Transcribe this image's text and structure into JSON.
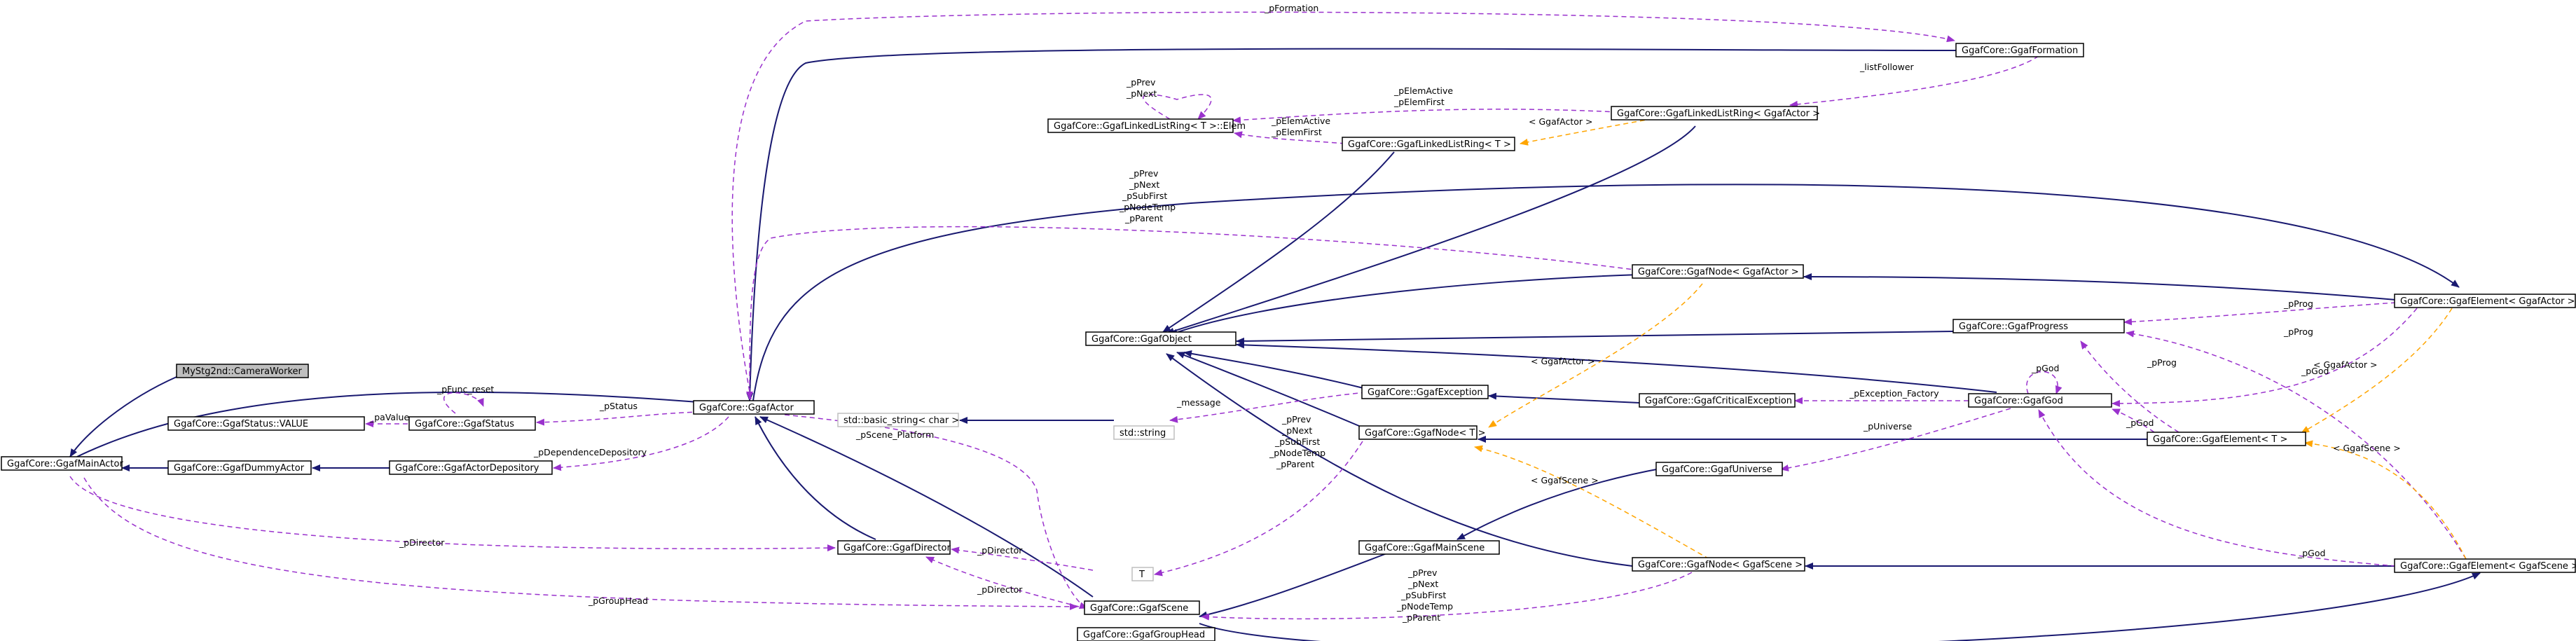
{
  "nodes": {
    "camera_worker": "MyStg2nd::CameraWorker",
    "main_actor": "GgafCore::GgafMainActor",
    "status_value": "GgafCore::GgafStatus::VALUE",
    "status": "GgafCore::GgafStatus",
    "actor": "GgafCore::GgafActor",
    "dummy_actor": "GgafCore::GgafDummyActor",
    "actor_depository": "GgafCore::GgafActorDepository",
    "director": "GgafCore::GgafDirector",
    "scene": "GgafCore::GgafScene",
    "group_head": "GgafCore::GgafGroupHead",
    "main_scene": "GgafCore::GgafMainScene",
    "basic_string": "std::basic_string< char >",
    "std_string": "std::string",
    "t": "T",
    "object": "GgafCore::GgafObject",
    "exception": "GgafCore::GgafException",
    "node_t": "GgafCore::GgafNode< T >",
    "node_actor": "GgafCore::GgafNode< GgafActor >",
    "node_scene": "GgafCore::GgafNode< GgafScene >",
    "universe": "GgafCore::GgafUniverse",
    "critical_exception": "GgafCore::GgafCriticalException",
    "god": "GgafCore::GgafGod",
    "progress": "GgafCore::GgafProgress",
    "element_t": "GgafCore::GgafElement< T >",
    "element_actor": "GgafCore::GgafElement< GgafActor >",
    "element_scene": "GgafCore::GgafElement< GgafScene >",
    "linked_ring_elem": "GgafCore::GgafLinkedListRing< T >::Elem",
    "linked_ring_t": "GgafCore::GgafLinkedListRing< T >",
    "linked_ring_actor": "GgafCore::GgafLinkedListRing< GgafActor >",
    "formation": "GgafCore::GgafFormation"
  },
  "labels": {
    "pformation": "_pFormation",
    "plistfollower": "_listFollower",
    "elem_self_1": "_pPrev",
    "elem_self_2": "_pNext",
    "elem_active_a1": "_pElemActive",
    "elem_active_a2": "_pElemFirst",
    "elem_active_b1": "_pElemActive",
    "elem_active_b2": "_pElemFirst",
    "tpl_ggafactor_ring": "< GgafActor >",
    "node_actor_1": "_pPrev",
    "node_actor_2": "_pNext",
    "node_actor_3": "_pSubFirst",
    "node_actor_4": "_pNodeTemp",
    "node_actor_5": "_pParent",
    "pfunc_reset": "_pFunc_reset",
    "pstatus": "_pStatus",
    "pavalue": "_paValue",
    "pdependencedepository": "_pDependenceDepository",
    "pscene_platform": "_pScene_Platform",
    "message": "_message",
    "node_t_1": "_pPrev",
    "node_t_2": "_pNext",
    "node_t_3": "_pSubFirst",
    "node_t_4": "_pNodeTemp",
    "node_t_5": "_pParent",
    "tpl_ggafactor_node": "< GgafActor >",
    "tpl_ggafscene_node": "< GgafScene >",
    "pexception_factory": "_pException_Factory",
    "puniverse": "_pUniverse",
    "pgod_self": "_pGod",
    "pprog_god": "_pProg",
    "pprog_actor": "_pProg",
    "pprog_scene": "_pProg",
    "pgod_actor": "_pGod",
    "pgod_t": "_pGod",
    "pgod_scene": "_pGod",
    "tpl_ggafactor_elem": "< GgafActor >",
    "tpl_ggafscene_elem": "< GgafScene >",
    "pdirector_actor": "_pDirector",
    "pdirector_scene_1": "_pDirector",
    "pdirector_scene_2": "_pDirector",
    "pgrouphead": "_pGroupHead",
    "node_scene_1": "_pPrev",
    "node_scene_2": "_pNext",
    "node_scene_3": "_pSubFirst",
    "node_scene_4": "_pNodeTemp",
    "node_scene_5": "_pParent"
  }
}
